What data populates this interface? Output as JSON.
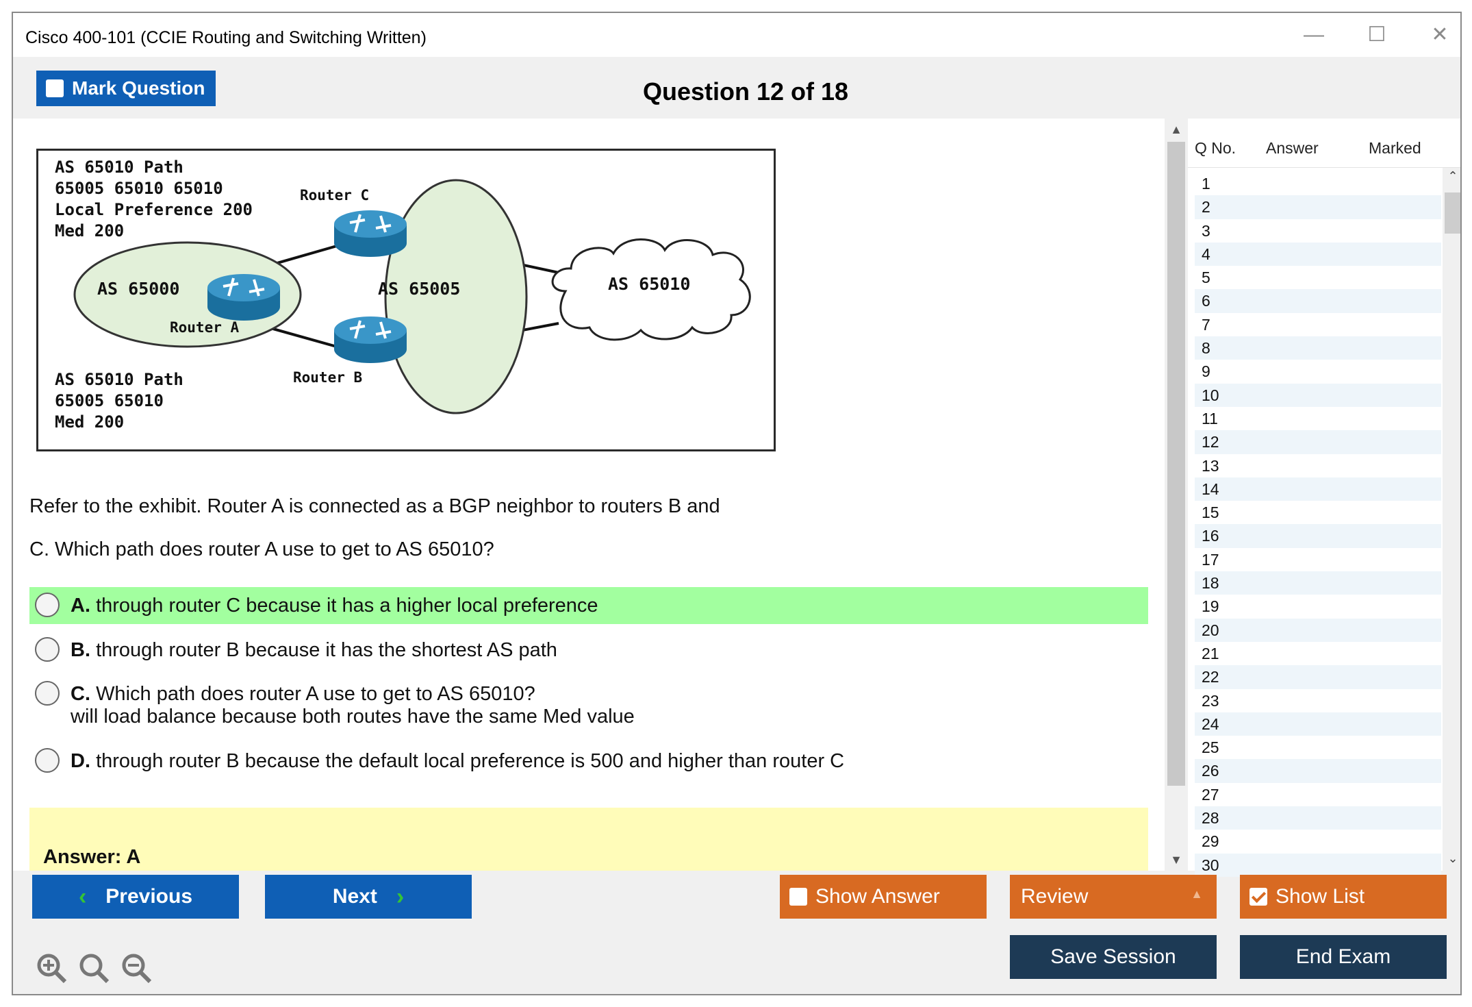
{
  "window": {
    "title": "Cisco 400-101 (CCIE Routing and Switching Written)",
    "minimize_icon": "—",
    "maximize_icon": "☐",
    "close_icon": "✕"
  },
  "header": {
    "mark_label": "Mark Question",
    "question_title": "Question 12 of 18"
  },
  "exhibit": {
    "top_box": [
      "AS 65010 Path",
      "65005 65010 65010",
      "Local Preference 200",
      "Med 200"
    ],
    "bottom_box": [
      "AS 65010 Path",
      "65005 65010",
      "Med 200"
    ],
    "router_a": "Router A",
    "router_b": "Router B",
    "router_c": "Router C",
    "as_left": "AS 65000",
    "as_mid": "AS 65005",
    "as_right": "AS 65010"
  },
  "question": {
    "line1": "Refer to the exhibit. Router A is connected as a BGP neighbor to routers B and",
    "line2": "C. Which path does router A use to get to AS 65010?",
    "choices": [
      {
        "letter": "A.",
        "text": "through router C because it has a higher local preference",
        "text2": ""
      },
      {
        "letter": "B.",
        "text": "through router B because it has the shortest AS path",
        "text2": ""
      },
      {
        "letter": "C.",
        "text": "Which path does router A use to get to AS 65010?",
        "text2": "will load balance because both routes have the same Med value"
      },
      {
        "letter": "D.",
        "text": "through router B because the default local preference is 500 and higher than router C",
        "text2": ""
      }
    ],
    "answer": "Answer: A"
  },
  "question_list": {
    "col_no": "Q No.",
    "col_answer": "Answer",
    "col_marked": "Marked",
    "rows": [
      "1",
      "2",
      "3",
      "4",
      "5",
      "6",
      "7",
      "8",
      "9",
      "10",
      "11",
      "12",
      "13",
      "14",
      "15",
      "16",
      "17",
      "18",
      "19",
      "20",
      "21",
      "22",
      "23",
      "24",
      "25",
      "26",
      "27",
      "28",
      "29",
      "30"
    ]
  },
  "footer": {
    "previous": "Previous",
    "next": "Next",
    "show_answer": "Show Answer",
    "review": "Review",
    "show_list": "Show List",
    "save_session": "Save Session",
    "end_exam": "End Exam"
  },
  "colors": {
    "accent_blue": "#0f5fb5",
    "accent_orange": "#d86a22",
    "navy": "#1d3a55",
    "correct_highlight": "#a2ff9f",
    "answer_bg": "#fffcb9"
  }
}
